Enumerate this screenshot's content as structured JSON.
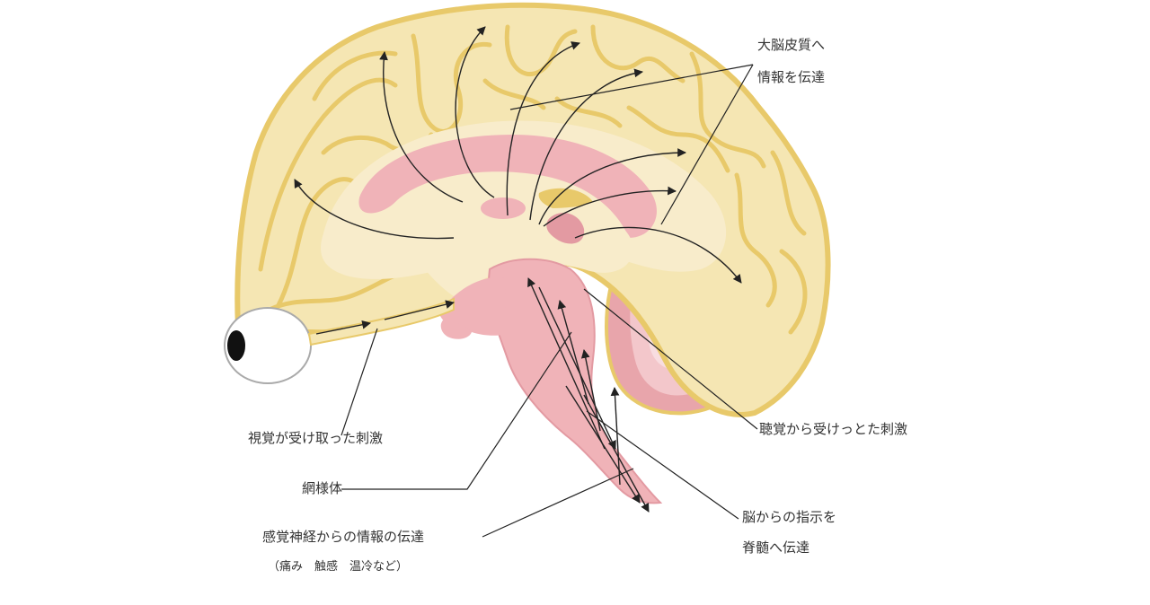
{
  "labels": {
    "cortex_line1": "大脳皮質へ",
    "cortex_line2": "情報を伝達",
    "visual": "視覚が受け取った刺激",
    "auditory": "聴覚から受けっとた刺激",
    "reticular": "網様体",
    "sensory_line1": "感覚神経からの情報の伝達",
    "sensory_line2": "（痛み　触感　温冷など）",
    "command_line1": "脳からの指示を",
    "command_line2": "脊髄へ伝達"
  },
  "colors": {
    "cerebrum_fill": "#f5e6b3",
    "cerebrum_outline": "#e8c96a",
    "pink": "#f0b3b8",
    "pink_dark": "#e39aa2",
    "cerebellum": "#e8a5ab",
    "thalamus": "#e8c96a",
    "arrow": "#222222"
  },
  "icons": [
    "eyeball-icon"
  ]
}
